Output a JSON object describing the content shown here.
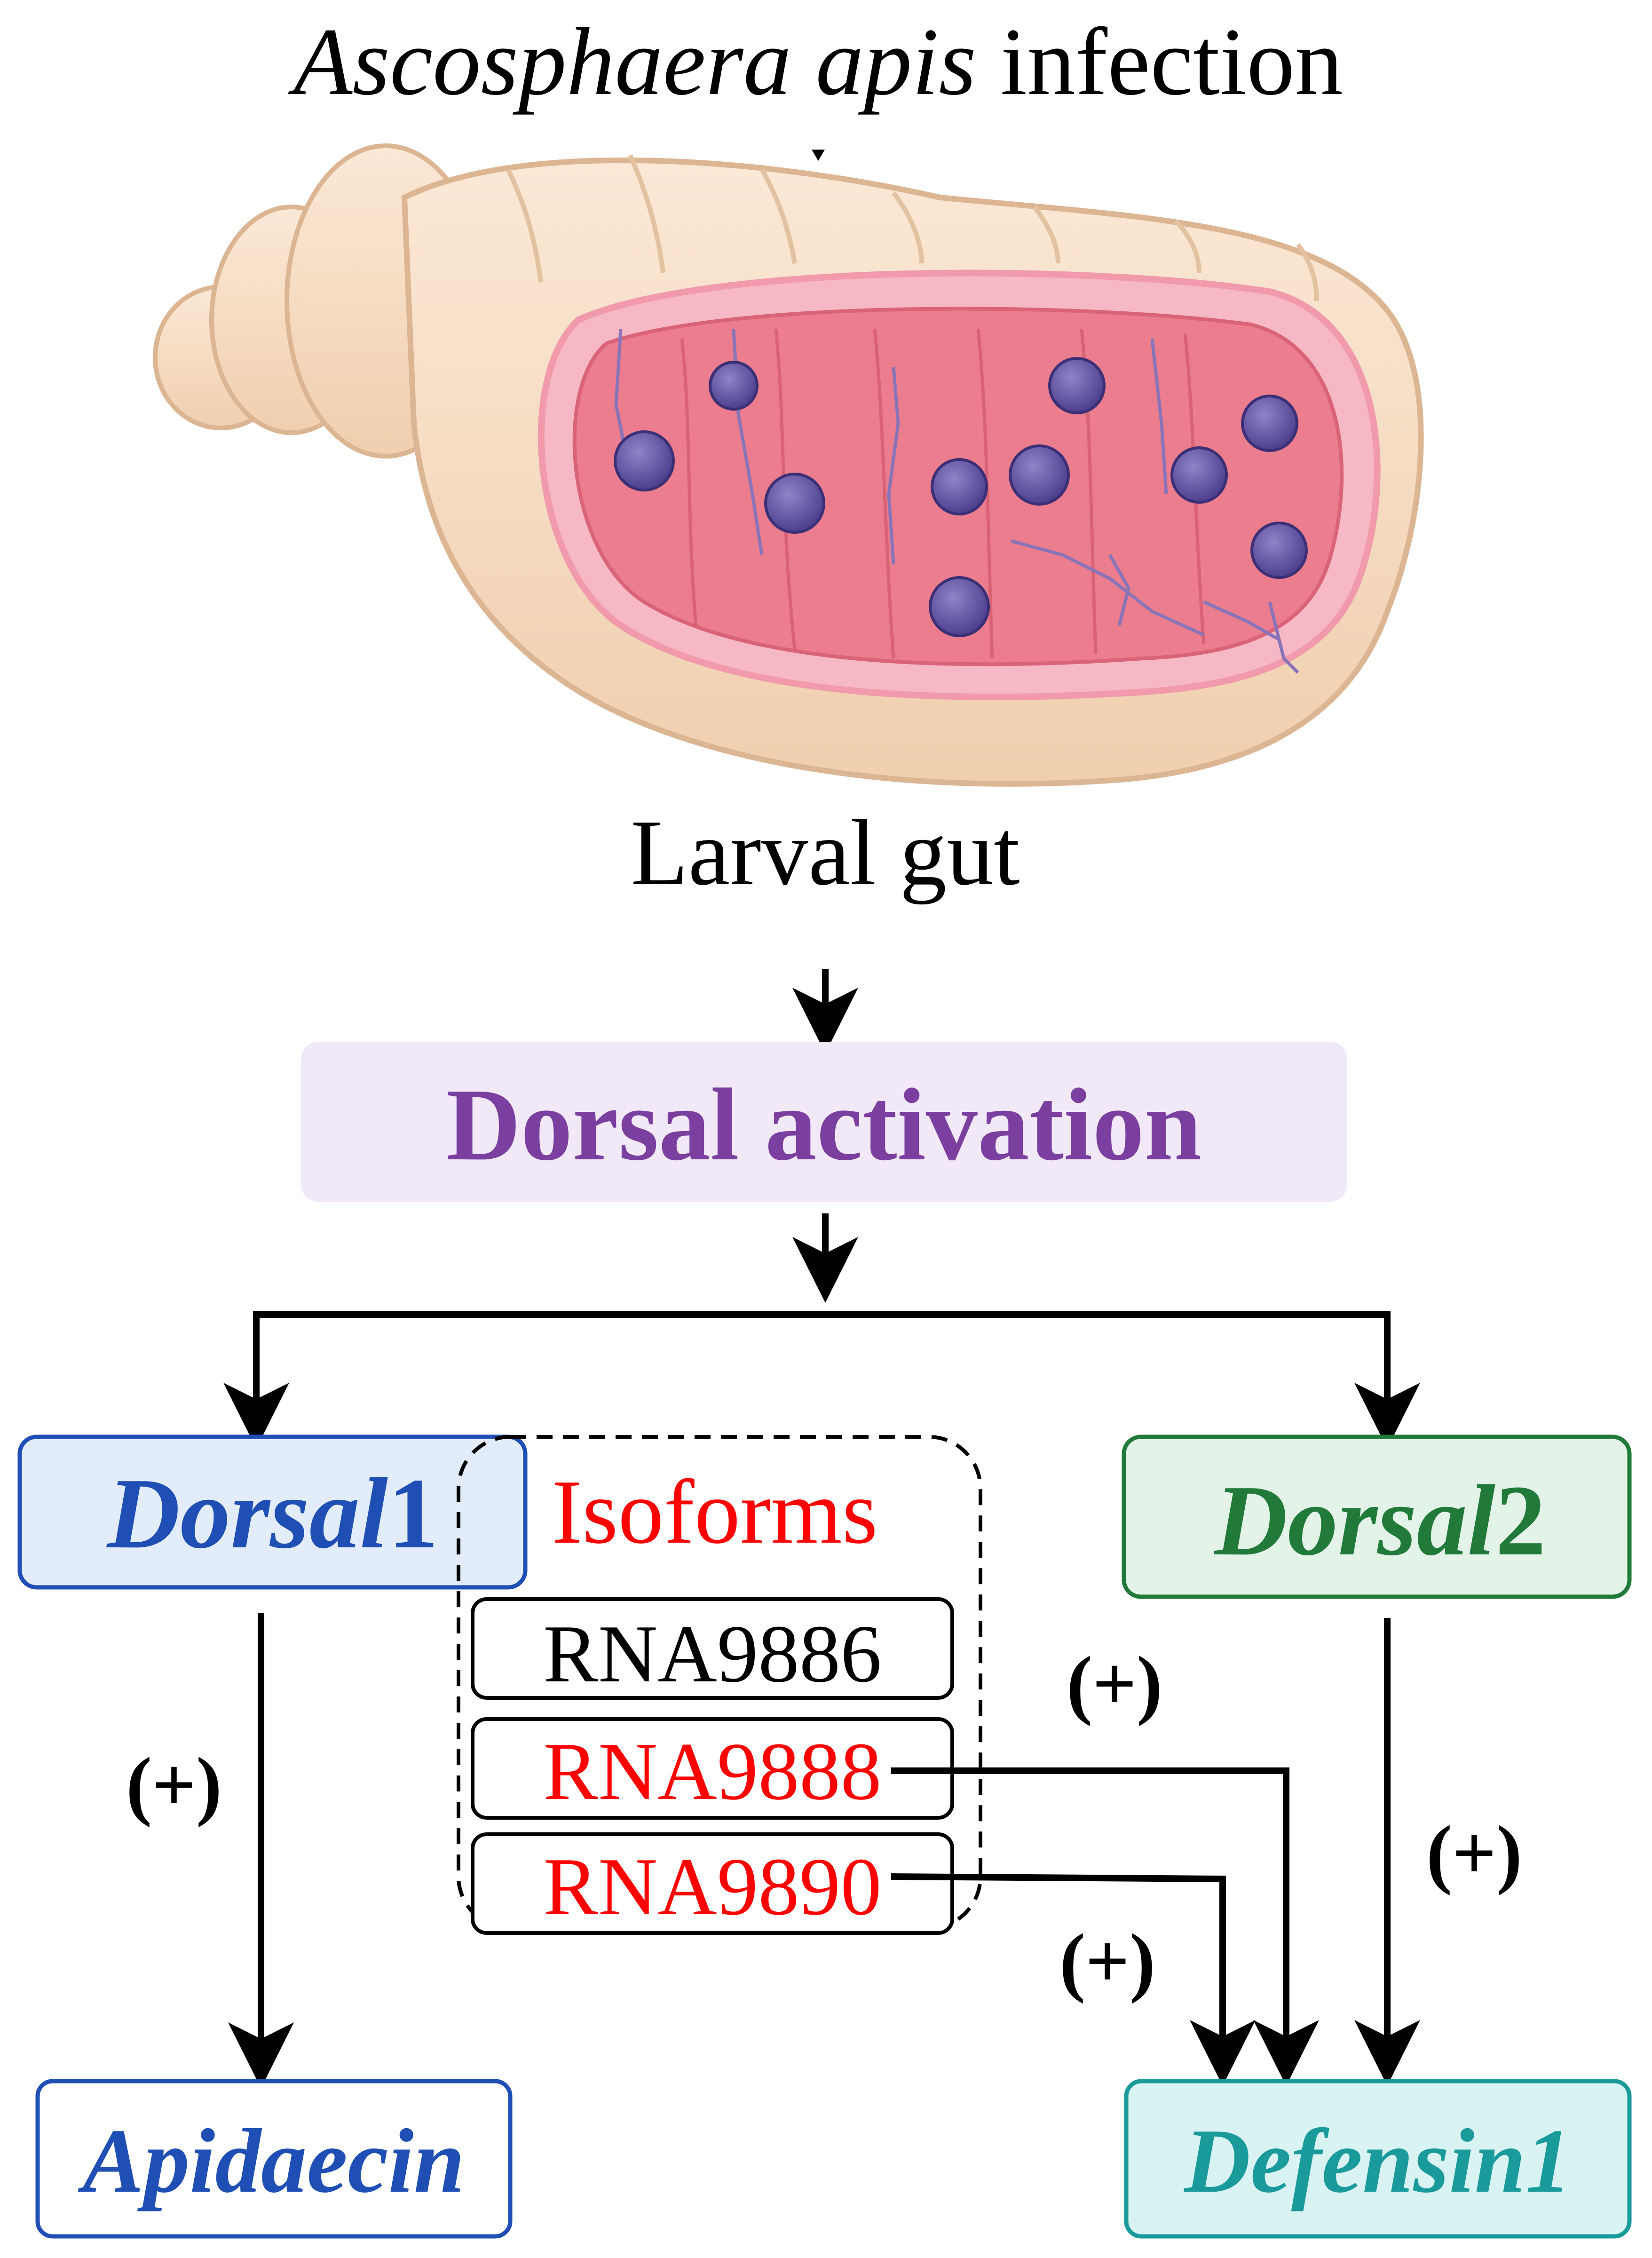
{
  "header": {
    "species": "Ascosphaera apis",
    "suffix": " infection"
  },
  "illustration": {
    "icon": "larval-gut-cross-section-illustration"
  },
  "gut_label": "Larval gut",
  "activation": {
    "label": "Dorsal activation",
    "color": "#7b3fa0",
    "box_fill": "#f1e9f8"
  },
  "dorsal1": {
    "name_italic": "Dorsal",
    "name_num": "1",
    "color": "#1f4fb5",
    "box_fill": "#e3ecfb"
  },
  "dorsal2": {
    "name_italic": "Dorsal",
    "name_num": "2",
    "color": "#217a3a",
    "box_fill": "#e4f3e8"
  },
  "isoforms": {
    "title": "Isoforms",
    "title_color": "#ff0000",
    "items": [
      {
        "label": "RNA9886",
        "color": "#000000"
      },
      {
        "label": "RNA9888",
        "color": "#ff0000"
      },
      {
        "label": "RNA9890",
        "color": "#ff0000"
      }
    ]
  },
  "targets": {
    "apidaecin": {
      "label": "Apidaecin",
      "color": "#1f4fb5"
    },
    "defensin1": {
      "label": "Defensin1",
      "color": "#1a9a9a",
      "box_fill": "#d9f3f3"
    }
  },
  "regulation": {
    "dorsal1_to_apidaecin": "(+)",
    "rna9888_to_defensin1": "(+)",
    "rna9890_to_defensin1": "(+)",
    "dorsal2_to_defensin1": "(+)"
  }
}
